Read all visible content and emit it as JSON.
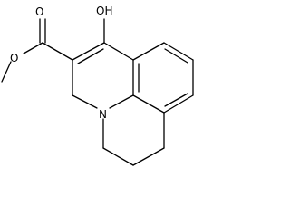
{
  "molecule": {
    "atom_labels": {
      "hydroxyl": "OH",
      "carbonyl_oxygen": "O",
      "ester_oxygen": "O",
      "nitrogen": "N"
    }
  }
}
